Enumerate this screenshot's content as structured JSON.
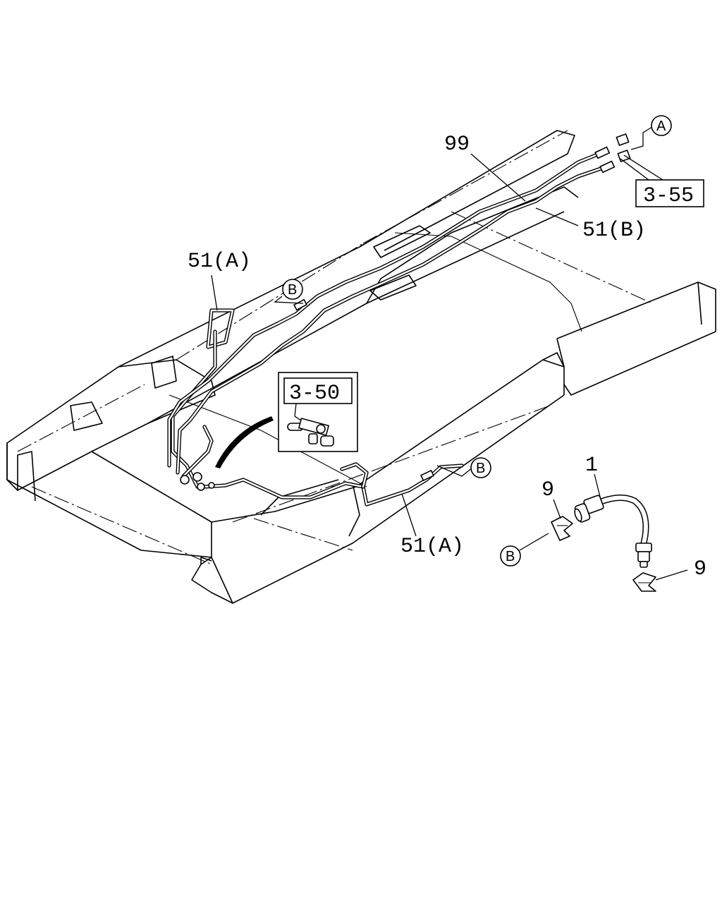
{
  "labels": {
    "part_99": "99",
    "part_51a_top": "51(A)",
    "part_51b": "51(B)",
    "part_51a_bottom": "51(A)",
    "part_1": "1",
    "part_9_left": "9",
    "part_9_right": "9",
    "ref_355": "3-55",
    "ref_350": "3-50",
    "marker_a": "A",
    "marker_b_top": "B",
    "marker_b_right": "B",
    "marker_b_bottom": "B"
  }
}
